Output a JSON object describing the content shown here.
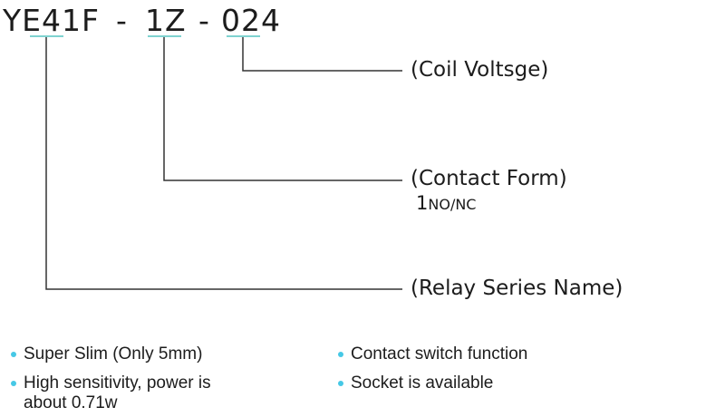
{
  "model_code": {
    "series": "YE41F",
    "sep1": "-",
    "contact": "1Z",
    "sep2": "-",
    "coil": "024"
  },
  "callouts": {
    "coil_label": "(Coil Voltsge)",
    "contact_label": "(Contact Form)",
    "contact_sub_digit": "1",
    "contact_sub_text": "NO/NC",
    "series_label": "(Relay Series Name)"
  },
  "features": {
    "left": [
      "Super Slim (Only 5mm)",
      "High sensitivity, power is about 0.71w"
    ],
    "right": [
      "Contact switch function",
      "Socket is available"
    ]
  },
  "colors": {
    "text": "#1c1c1c",
    "line": "#333333",
    "underline": "#7fd3d0",
    "bullet": "#46c8e6"
  }
}
